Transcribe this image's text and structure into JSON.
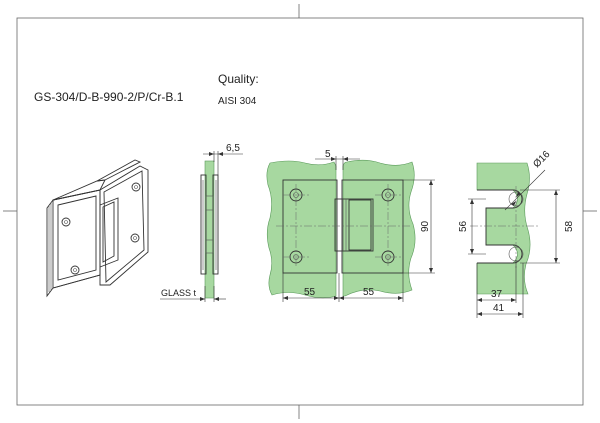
{
  "product_code": "GS-304/D-B-990-2/P/Cr-B.1",
  "quality": {
    "label": "Quality:",
    "material": "AISI 304"
  },
  "side_view": {
    "thickness": "6,5",
    "glass_label": "GLASS t"
  },
  "front_view": {
    "gap": "5",
    "height": "90",
    "left_width": "55",
    "right_width": "55"
  },
  "cutout_view": {
    "diameter": "Ø16",
    "height_outer": "58",
    "height_inner": "56",
    "depth_inner": "37",
    "depth_outer": "41"
  },
  "colors": {
    "glass": "#a7d8a0",
    "glass_stroke": "#5a9a5a",
    "line": "#333333",
    "frame": "#555555"
  }
}
